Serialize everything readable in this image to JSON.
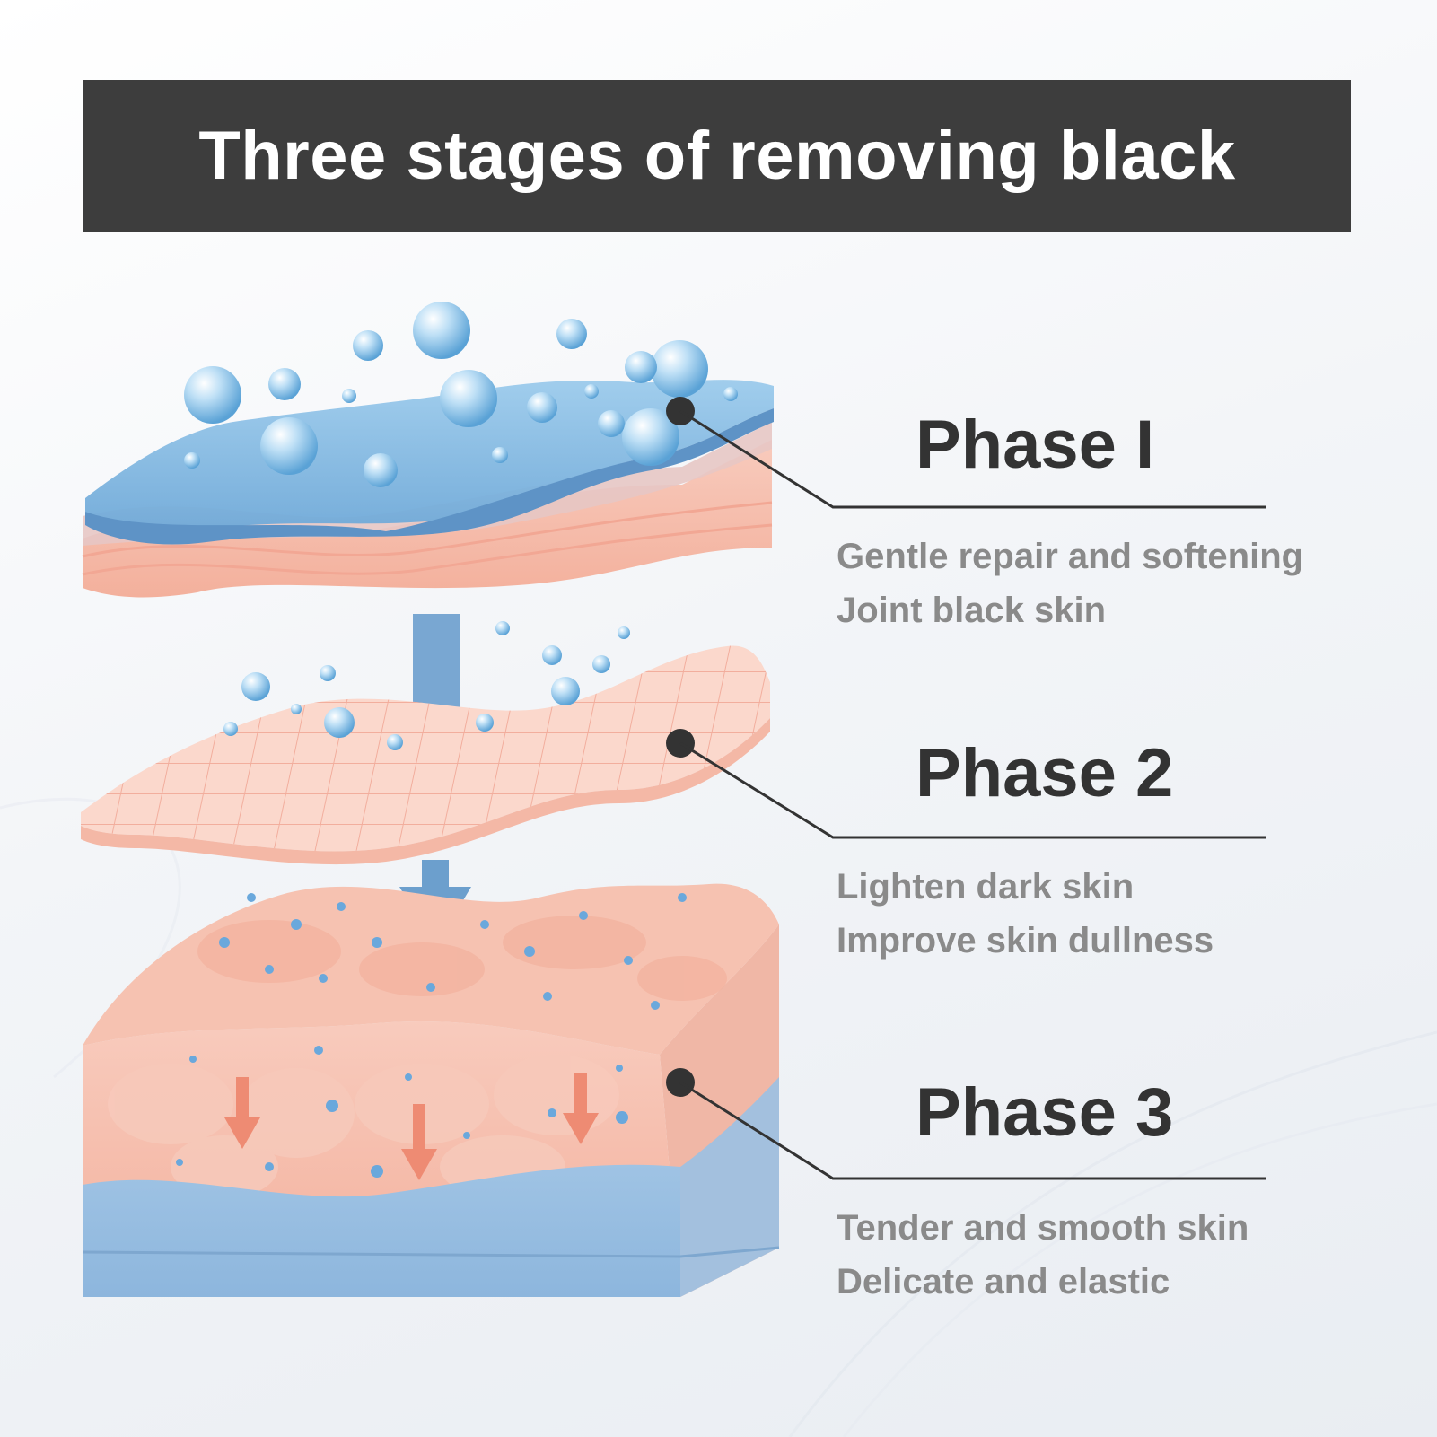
{
  "header": {
    "title": "Three stages of removing black"
  },
  "phases": [
    {
      "title": "Phase I",
      "lines": [
        "Gentle repair and softening",
        "Joint black skin"
      ]
    },
    {
      "title": "Phase 2",
      "lines": [
        "Lighten dark skin",
        "Improve skin dullness"
      ]
    },
    {
      "title": "Phase 3",
      "lines": [
        "Tender and smooth skin",
        "Delicate and elastic"
      ]
    }
  ],
  "colors": {
    "banner": "#3d3d3d",
    "water": "#7fb5dd",
    "skin": "#f4b8a6",
    "title_text": "#333333",
    "desc_text": "#8a8a8a"
  }
}
